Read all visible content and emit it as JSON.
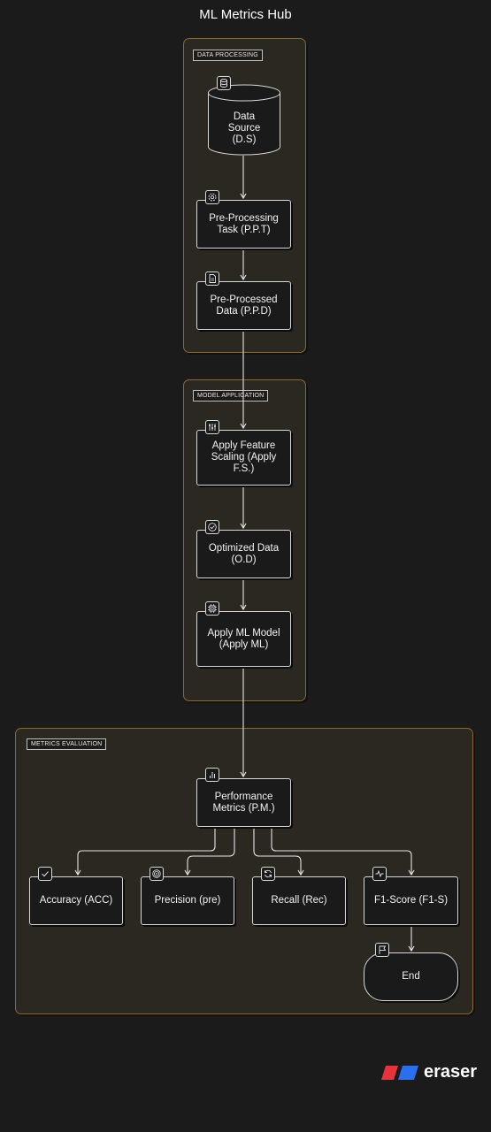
{
  "title": "ML Metrics Hub",
  "groups": {
    "data_processing": "DATA PROCESSING",
    "model_application": "MODEL APPLICATION",
    "metrics_evaluation": "METRICS EVALUATION"
  },
  "nodes": {
    "data_source": "Data Source (D.S)",
    "pre_processing_task": "Pre-Processing Task (P.P.T)",
    "pre_processed_data": "Pre-Processed Data (P.P.D)",
    "apply_feature_scaling": "Apply Feature Scaling (Apply F.S.)",
    "optimized_data": "Optimized Data (O.D)",
    "apply_ml_model": "Apply ML Model (Apply ML)",
    "performance_metrics": "Performance Metrics (P.M.)",
    "accuracy": "Accuracy (ACC)",
    "precision": "Precision (pre)",
    "recall": "Recall (Rec)",
    "f1_score": "F1-Score (F1-S)",
    "end": "End"
  },
  "logo": {
    "text": "eraser"
  },
  "colors": {
    "background": "#1b1b1b",
    "group_fill": "#2b2821",
    "group_border": "#8a6b2c",
    "node_fill": "#1a1a1a",
    "node_border": "#d8d8d8",
    "logo_red": "#e8323c",
    "logo_blue": "#2a6ff0"
  }
}
